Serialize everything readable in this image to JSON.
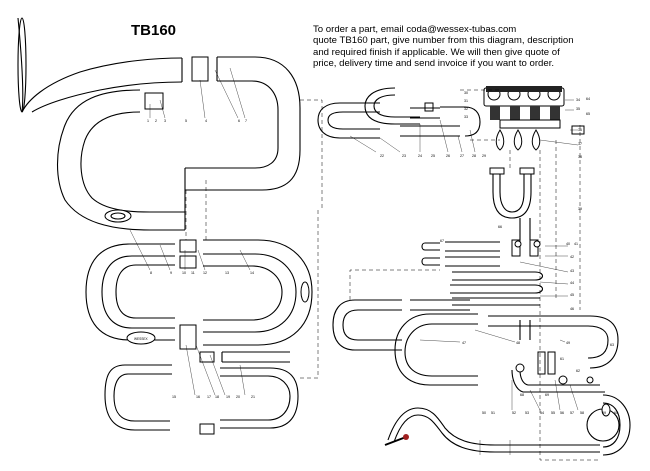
{
  "title": "TB160",
  "instructions": [
    "To order a part, email coda@wessex-tubas.com",
    "quote TB160 part, give number from this diagram, description",
    "and required finish if applicable. We will then give quote of",
    "price, delivery time and send invoice if you want to order."
  ],
  "part_numbers": [
    "1",
    "2",
    "3",
    "4",
    "5",
    "6",
    "7",
    "8",
    "9",
    "10",
    "11",
    "12",
    "13",
    "14",
    "15",
    "16",
    "17",
    "18",
    "19",
    "20",
    "21",
    "22",
    "23",
    "24",
    "25",
    "26",
    "27",
    "28",
    "29",
    "30",
    "31",
    "32",
    "33",
    "34",
    "35",
    "36",
    "37",
    "38",
    "39",
    "40",
    "41",
    "42",
    "43",
    "44",
    "45",
    "46",
    "47",
    "48",
    "49",
    "50",
    "51",
    "52",
    "53",
    "54",
    "55",
    "56",
    "57",
    "58",
    "59",
    "60",
    "61",
    "62",
    "63",
    "64",
    "65",
    "66",
    "67",
    "68",
    "69"
  ]
}
